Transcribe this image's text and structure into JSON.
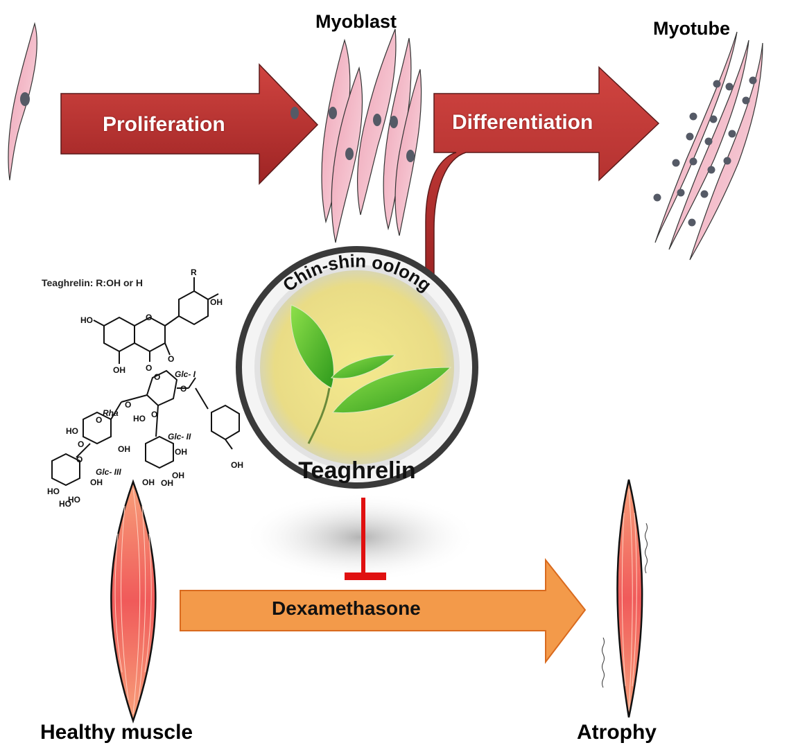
{
  "stages": {
    "myoblast": "Myoblast",
    "myotube": "Myotube",
    "healthy_muscle": "Healthy muscle",
    "atrophy": "Atrophy"
  },
  "arrows": {
    "proliferation": "Proliferation",
    "differentiation": "Differentiation",
    "dexamethasone": "Dexamethasone"
  },
  "cup": {
    "top_text": "Chin-shin oolong",
    "bottom_text": "Teaghrelin"
  },
  "chemical": {
    "title": "Teaghrelin: R:OH or H",
    "labels": [
      "R",
      "OH",
      "HO",
      "O",
      "OH",
      "O",
      "O",
      "Glc- I",
      "O",
      "O",
      "Rha",
      "HO",
      "O",
      "HO",
      "O",
      "OH",
      "O",
      "Glc- II",
      "O",
      "OH",
      "OH",
      "OH",
      "OH",
      "O",
      "Glc- III",
      "OH",
      "HO",
      "HO",
      "HO",
      "OH"
    ]
  },
  "colors": {
    "red_arrow": "#b8312f",
    "orange_arrow": "#f39a4a",
    "inhibition": "#e01010",
    "cell_pink": "#f2b6c4",
    "nucleus": "#555a66",
    "muscle": "#f0644e",
    "tea": "#ecdf86"
  }
}
